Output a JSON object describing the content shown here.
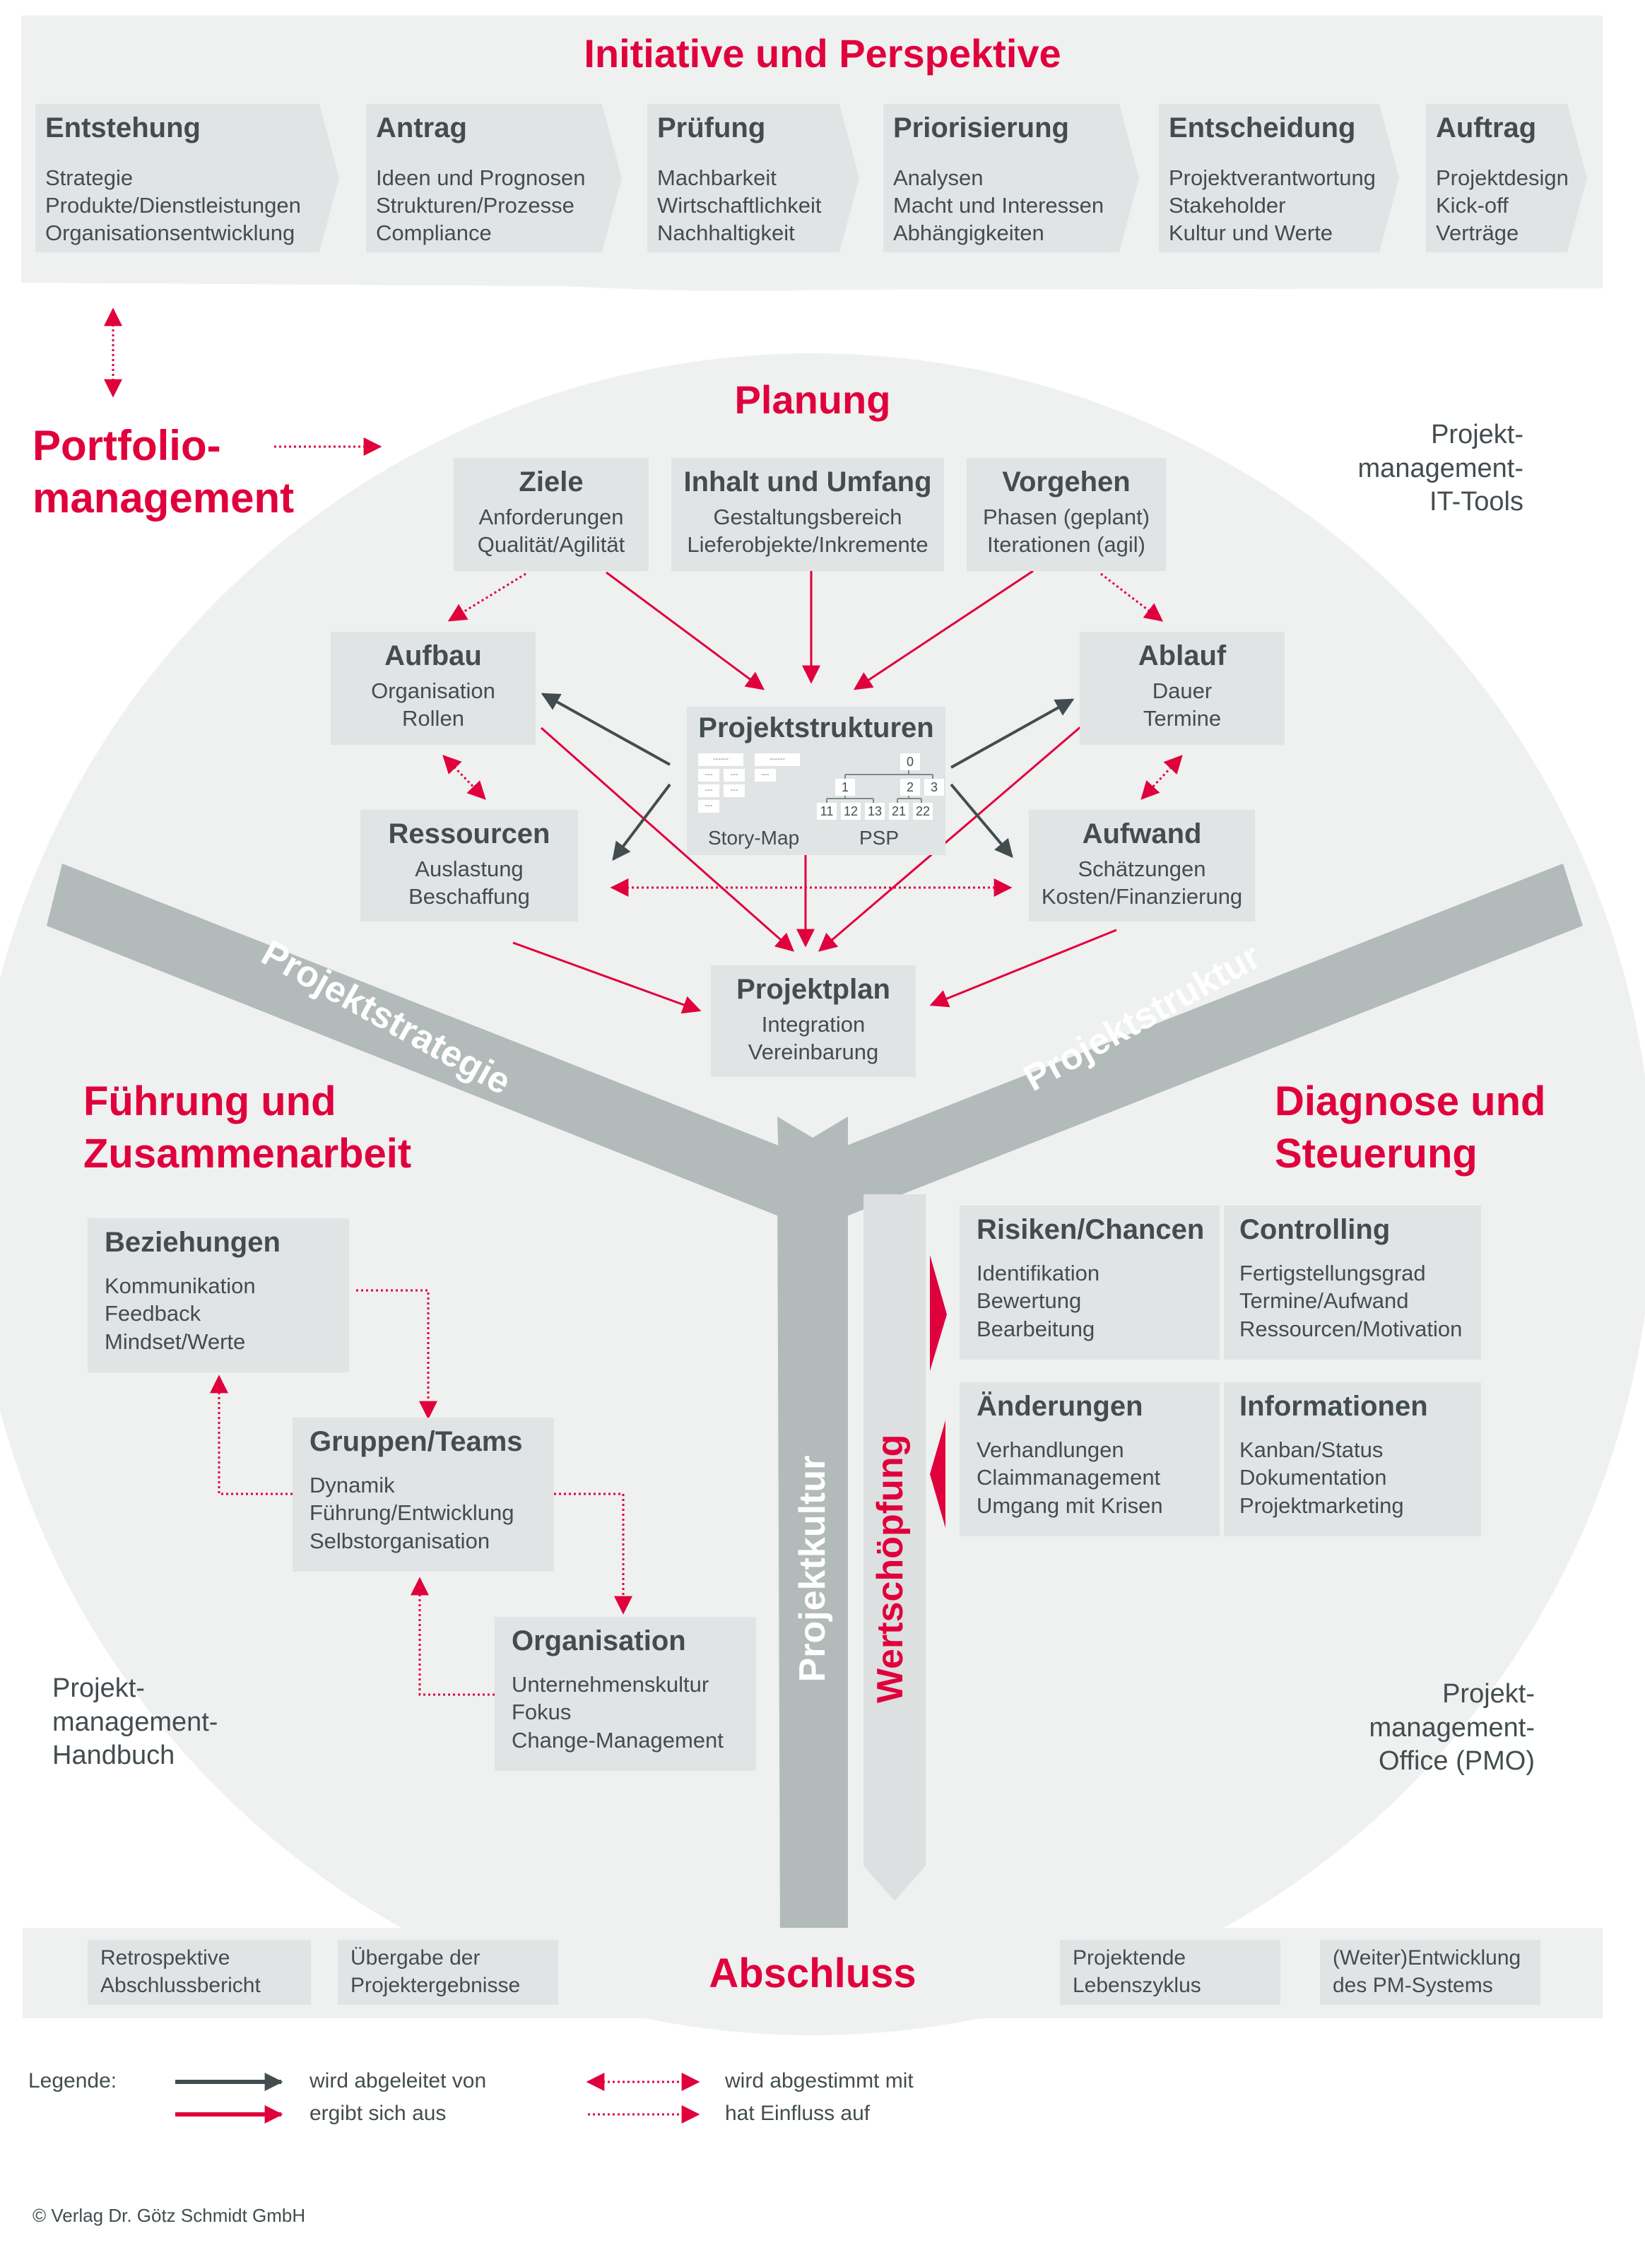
{
  "colors": {
    "accent": "#e0003c",
    "dark": "#434d4f",
    "box": "#e1e4e5",
    "panel": "#eff0f0",
    "band": "#b3baba"
  },
  "initiative": {
    "title": "Initiative und Perspektive",
    "phases": [
      {
        "title": "Entstehung",
        "lines": [
          "Strategie",
          "Produkte/Dienstleistungen",
          "Organisationsentwicklung"
        ]
      },
      {
        "title": "Antrag",
        "lines": [
          "Ideen und Prognosen",
          "Strukturen/Prozesse",
          "Compliance"
        ]
      },
      {
        "title": "Prüfung",
        "lines": [
          "Machbarkeit",
          "Wirtschaftlichkeit",
          "Nachhaltigkeit"
        ]
      },
      {
        "title": "Priorisierung",
        "lines": [
          "Analysen",
          "Macht und Interessen",
          "Abhängigkeiten"
        ]
      },
      {
        "title": "Entscheidung",
        "lines": [
          "Projektverantwortung",
          "Stakeholder",
          "Kultur und Werte"
        ]
      },
      {
        "title": "Auftrag",
        "lines": [
          "Projektdesign",
          "Kick-off",
          "Verträge"
        ]
      }
    ]
  },
  "portfolio": {
    "line1": "Portfolio-",
    "line2": "management"
  },
  "planung": {
    "title": "Planung",
    "ziele": {
      "title": "Ziele",
      "lines": [
        "Anforderungen",
        "Qualität/Agilität"
      ]
    },
    "inhalt": {
      "title": "Inhalt und Umfang",
      "lines": [
        "Gestaltungsbereich",
        "Lieferobjekte/Inkremente"
      ]
    },
    "vorgehen": {
      "title": "Vorgehen",
      "lines": [
        "Phasen (geplant)",
        "Iterationen (agil)"
      ]
    },
    "aufbau": {
      "title": "Aufbau",
      "lines": [
        "Organisation",
        "Rollen"
      ]
    },
    "ablauf": {
      "title": "Ablauf",
      "lines": [
        "Dauer",
        "Termine"
      ]
    },
    "projektstrukturen": {
      "title": "Projektstrukturen",
      "story_map_label": "Story-Map",
      "psp_label": "PSP",
      "story_cards": [
        "------",
        "------",
        "---",
        "---",
        "---",
        "---",
        "---",
        "---"
      ],
      "psp_nodes": [
        "0",
        "1",
        "2",
        "3",
        "11",
        "12",
        "13",
        "21",
        "22"
      ]
    },
    "ressourcen": {
      "title": "Ressourcen",
      "lines": [
        "Auslastung",
        "Beschaffung"
      ]
    },
    "aufwand": {
      "title": "Aufwand",
      "lines": [
        "Schätzungen",
        "Kosten/Finanzierung"
      ]
    },
    "projektplan": {
      "title": "Projektplan",
      "lines": [
        "Integration",
        "Vereinbarung"
      ]
    }
  },
  "it_tools": {
    "lines": [
      "Projekt-",
      "management-",
      "IT-Tools"
    ]
  },
  "bands": {
    "strategie": "Projektstrategie",
    "struktur": "Projektstruktur",
    "kultur": "Projektkultur",
    "wertschoepfung": "Wertschöpfung"
  },
  "fuehrung": {
    "title1": "Führung und",
    "title2": "Zusammenarbeit",
    "beziehungen": {
      "title": "Beziehungen",
      "lines": [
        "Kommunikation",
        "Feedback",
        "Mindset/Werte"
      ]
    },
    "gruppen": {
      "title": "Gruppen/Teams",
      "lines": [
        "Dynamik",
        "Führung/Entwicklung",
        "Selbstorganisation"
      ]
    },
    "organisation": {
      "title": "Organisation",
      "lines": [
        "Unternehmenskultur",
        "Fokus",
        "Change-Management"
      ]
    }
  },
  "handbuch": {
    "lines": [
      "Projekt-",
      "management-",
      "Handbuch"
    ]
  },
  "diagnose": {
    "title1": "Diagnose und",
    "title2": "Steuerung",
    "risiken": {
      "title": "Risiken/Chancen",
      "lines": [
        "Identifikation",
        "Bewertung",
        "Bearbeitung"
      ]
    },
    "controlling": {
      "title": "Controlling",
      "lines": [
        "Fertigstellungsgrad",
        "Termine/Aufwand",
        "Ressourcen/Motivation"
      ]
    },
    "aenderungen": {
      "title": "Änderungen",
      "lines": [
        "Verhandlungen",
        "Claimmanagement",
        "Umgang mit Krisen"
      ]
    },
    "informationen": {
      "title": "Informationen",
      "lines": [
        "Kanban/Status",
        "Dokumentation",
        "Projektmarketing"
      ]
    }
  },
  "pmo": {
    "lines": [
      "Projekt-",
      "management-",
      "Office (PMO)"
    ]
  },
  "abschluss": {
    "title": "Abschluss",
    "items": [
      {
        "lines": [
          "Retrospektive",
          "Abschlussbericht"
        ]
      },
      {
        "lines": [
          "Übergabe der",
          "Projektergebnisse"
        ]
      },
      {
        "lines": [
          "Projektende",
          "Lebenszyklus"
        ]
      },
      {
        "lines": [
          "(Weiter)Entwicklung",
          "des PM-Systems"
        ]
      }
    ]
  },
  "legend": {
    "label": "Legende:",
    "items": [
      {
        "text": "wird abgeleitet von"
      },
      {
        "text": "ergibt sich aus"
      },
      {
        "text": "wird abgestimmt mit"
      },
      {
        "text": "hat Einfluss auf"
      }
    ]
  },
  "copyright": "© Verlag Dr. Götz Schmidt GmbH"
}
